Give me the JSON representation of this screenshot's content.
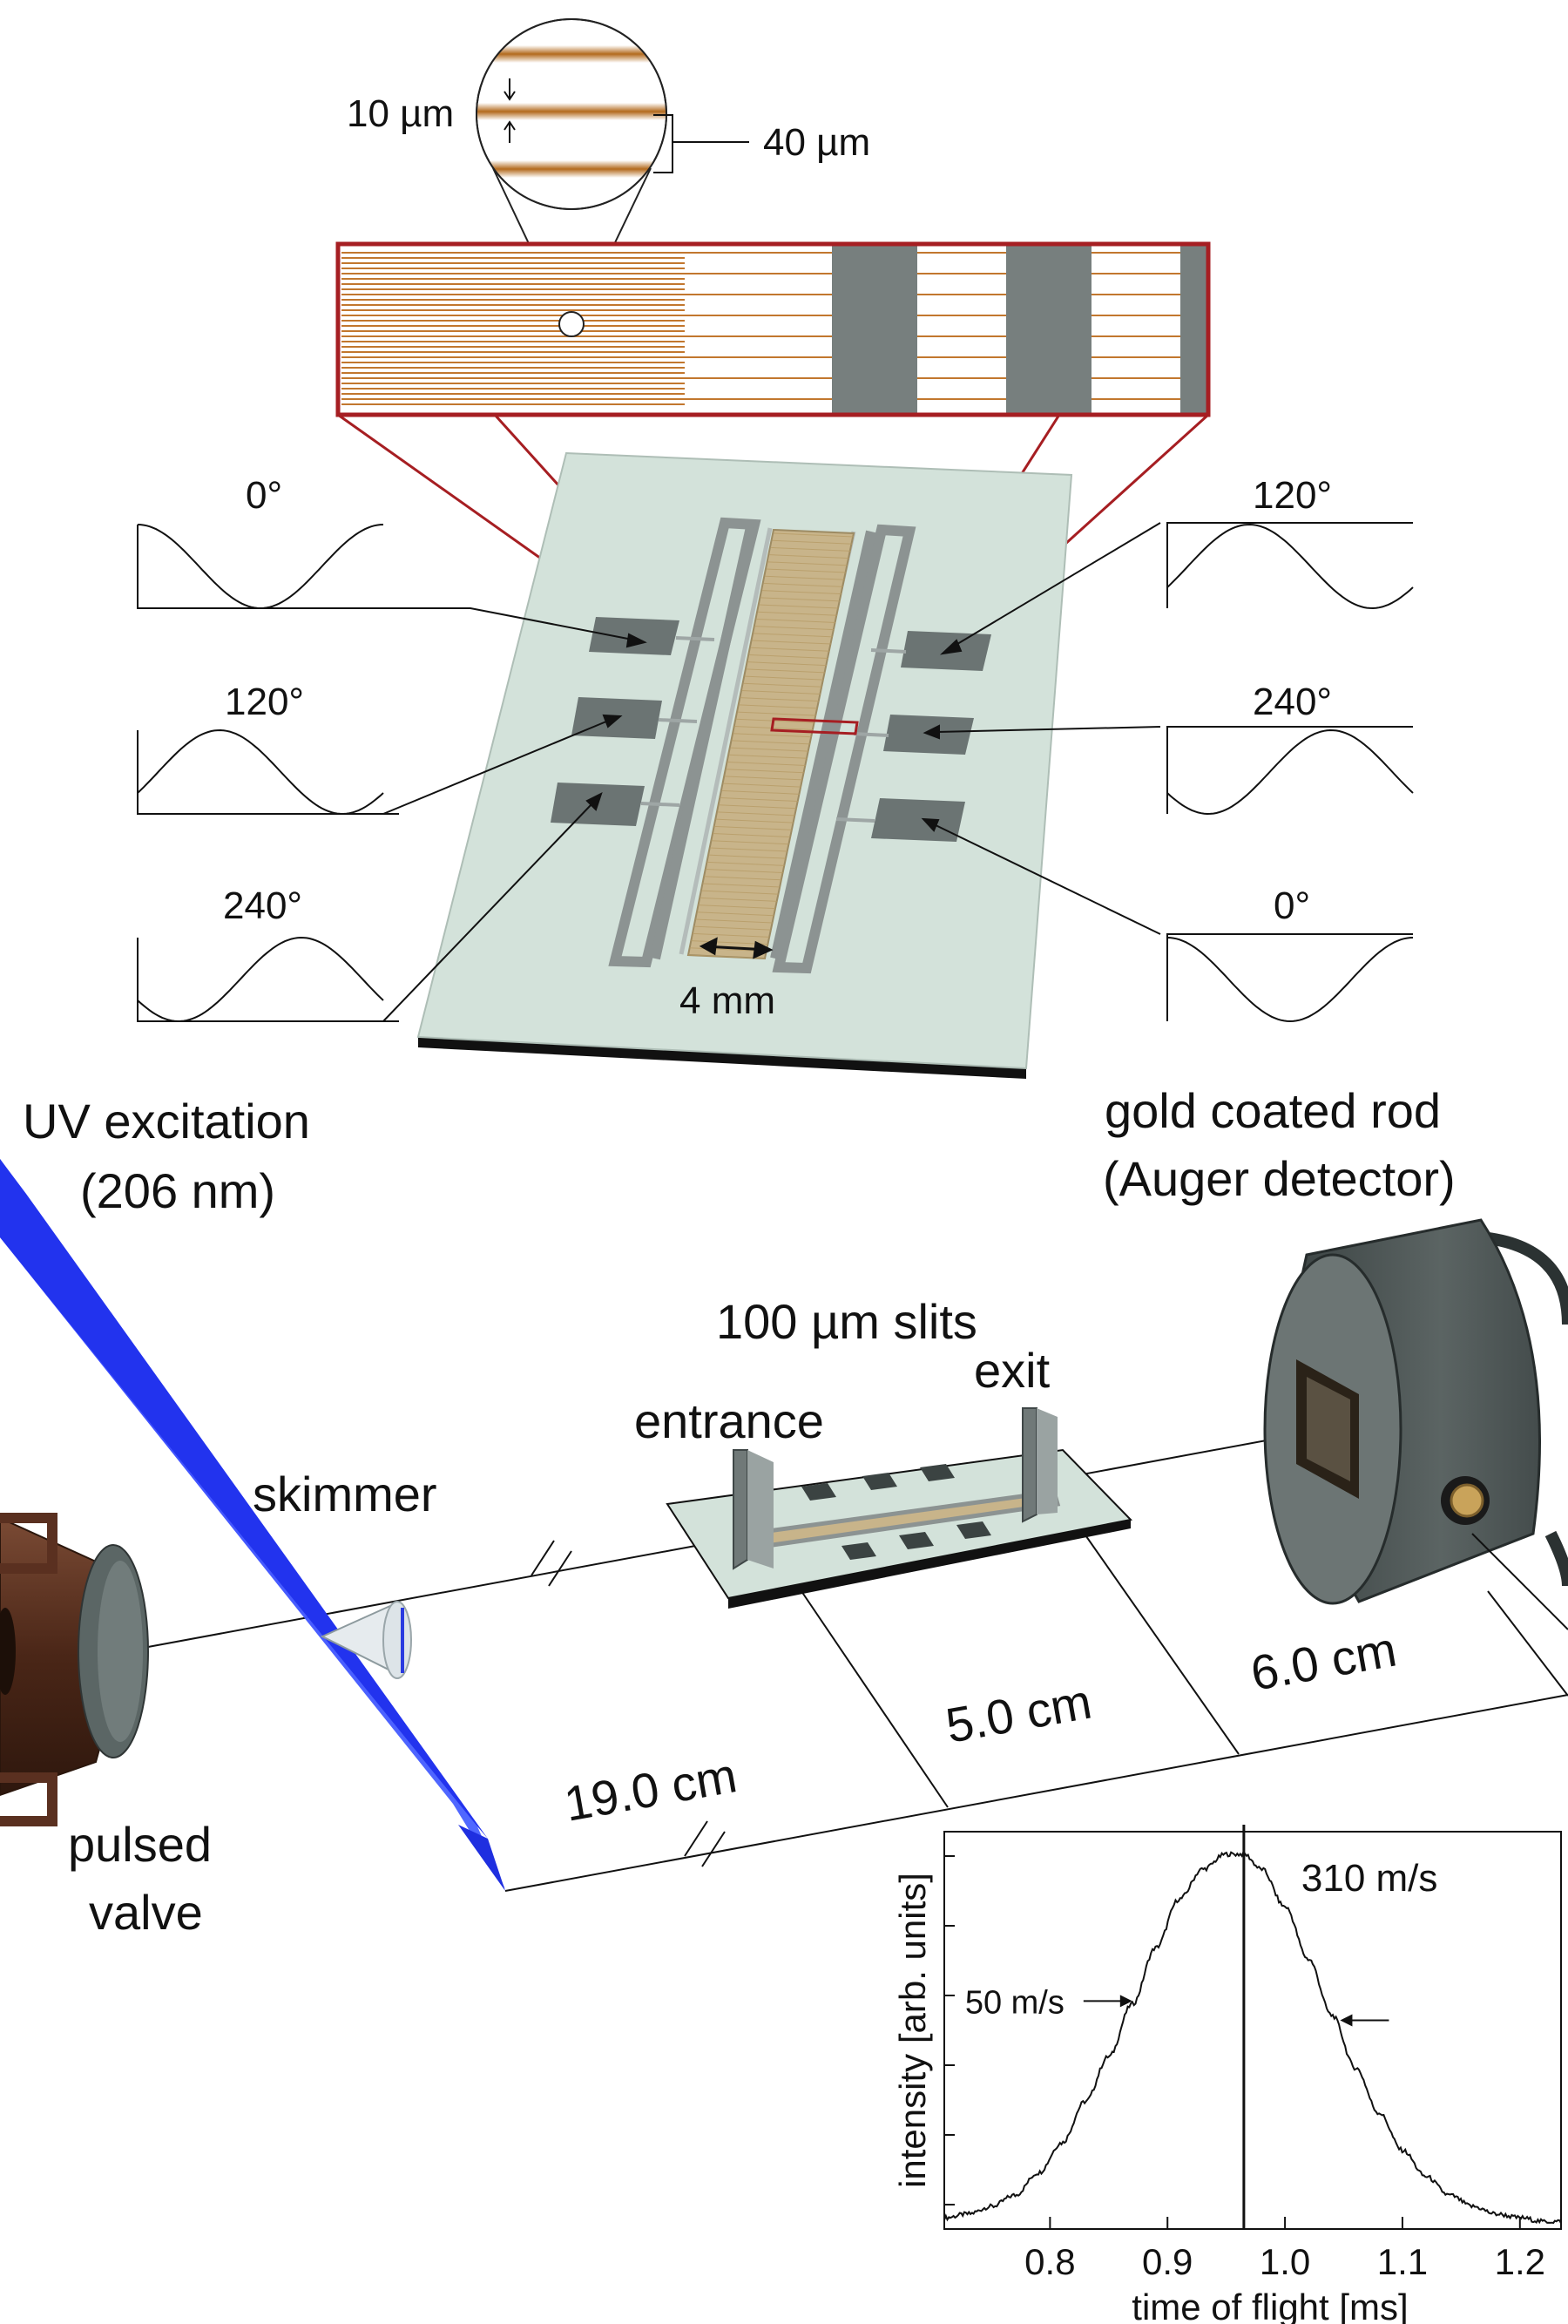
{
  "callout": {
    "line_width_label": "10 µm",
    "period_label": "40 µm"
  },
  "chip": {
    "width_label": "4 mm"
  },
  "signals": {
    "left_top_phase": "0°",
    "left_mid_phase": "120°",
    "left_bottom_phase": "240°",
    "right_top_phase": "120°",
    "right_mid_phase": "240°",
    "right_bottom_phase": "0°"
  },
  "setup": {
    "uv_label_1": "UV excitation",
    "uv_label_2": "(206 nm)",
    "detector_label_1": "gold coated rod",
    "detector_label_2": "(Auger detector)",
    "slits_label": "100 µm slits",
    "entrance_label": "entrance",
    "exit_label": "exit",
    "skimmer_label": "skimmer",
    "valve_label_1": "pulsed",
    "valve_label_2": "valve",
    "dist_1": "19.0 cm",
    "dist_2": "5.0 cm",
    "dist_3": "6.0 cm"
  },
  "chart_data": {
    "type": "line",
    "xlabel": "time of flight [ms]",
    "ylabel": "intensity [arb. units]",
    "xlim": [
      0.71,
      1.235
    ],
    "ylim": [
      0.0,
      1.06
    ],
    "xticks": [
      0.8,
      0.9,
      1.0,
      1.1,
      1.2
    ],
    "xtick_labels": [
      "0.8",
      "0.9",
      "1.0",
      "1.1",
      "1.2"
    ],
    "peak_time_ms": 0.965,
    "peak_label": "310 m/s",
    "width_label": "50 m/s",
    "fwhm_marks_ms": [
      0.873,
      1.044
    ],
    "series": [
      {
        "x": [
          0.71,
          0.73,
          0.75,
          0.77,
          0.79,
          0.81,
          0.83,
          0.85,
          0.87,
          0.89,
          0.91,
          0.93,
          0.95,
          0.965,
          0.98,
          1.0,
          1.02,
          1.04,
          1.06,
          1.08,
          1.1,
          1.12,
          1.14,
          1.16,
          1.18,
          1.2,
          1.22,
          1.235
        ],
        "y": [
          0.03,
          0.04,
          0.06,
          0.09,
          0.15,
          0.23,
          0.34,
          0.46,
          0.6,
          0.75,
          0.88,
          0.96,
          1.0,
          1.0,
          0.96,
          0.86,
          0.72,
          0.57,
          0.43,
          0.31,
          0.21,
          0.14,
          0.09,
          0.06,
          0.04,
          0.03,
          0.02,
          0.02
        ]
      }
    ]
  }
}
